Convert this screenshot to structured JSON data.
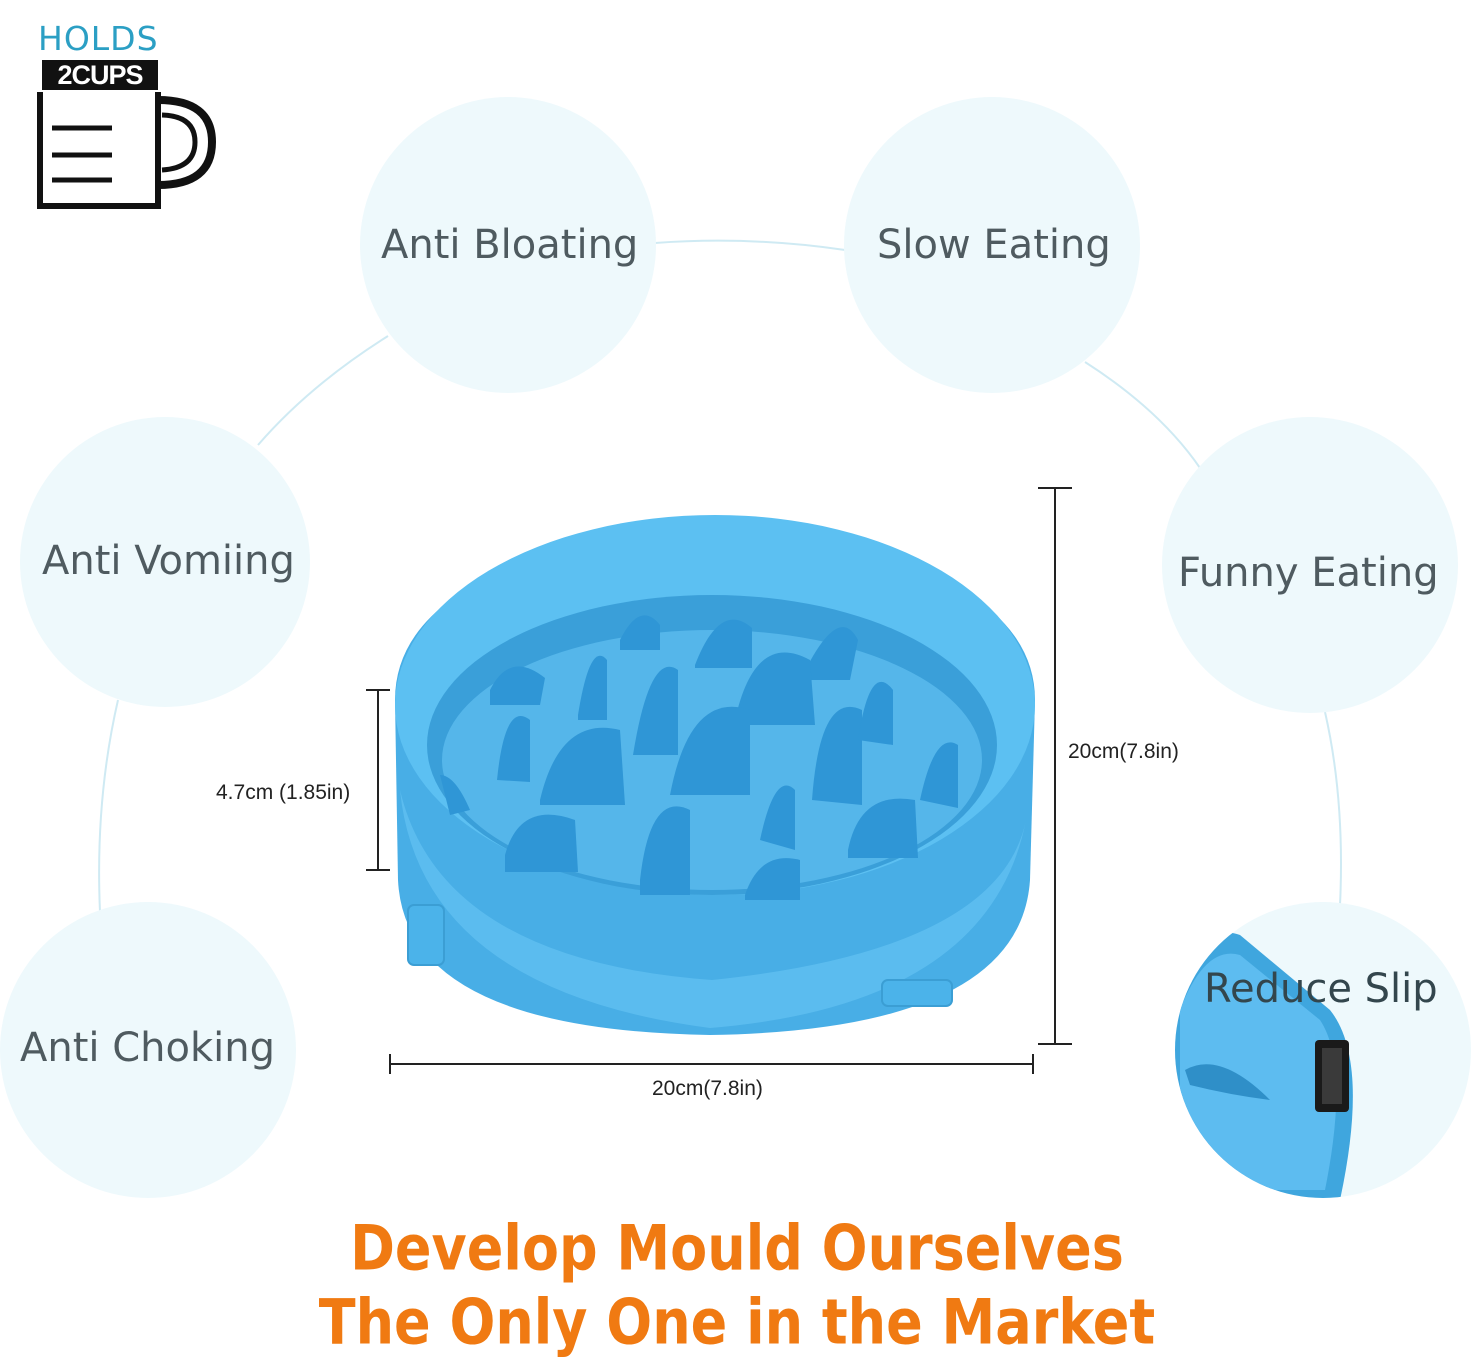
{
  "badge": {
    "holds": "HOLDS",
    "cups": "2CUPS",
    "icon": "measuring-cup-icon"
  },
  "features": [
    "Anti Bloating",
    "Slow Eating",
    "Anti Vomiing",
    "Funny Eating",
    "Anti Choking",
    "Reduce Slip"
  ],
  "dimensions": {
    "height": "4.7cm (1.85in)",
    "width": "20cm(7.8in)",
    "depth": "20cm(7.8in)"
  },
  "headline": {
    "line1": "Develop Mould Ourselves",
    "line2": "The Only One in the Market"
  },
  "colors": {
    "bowl_blue": "#4bb3ea",
    "circle_fill": "#eef9fc",
    "headline_orange": "#f07a12",
    "badge_teal": "#2b9fc4"
  }
}
